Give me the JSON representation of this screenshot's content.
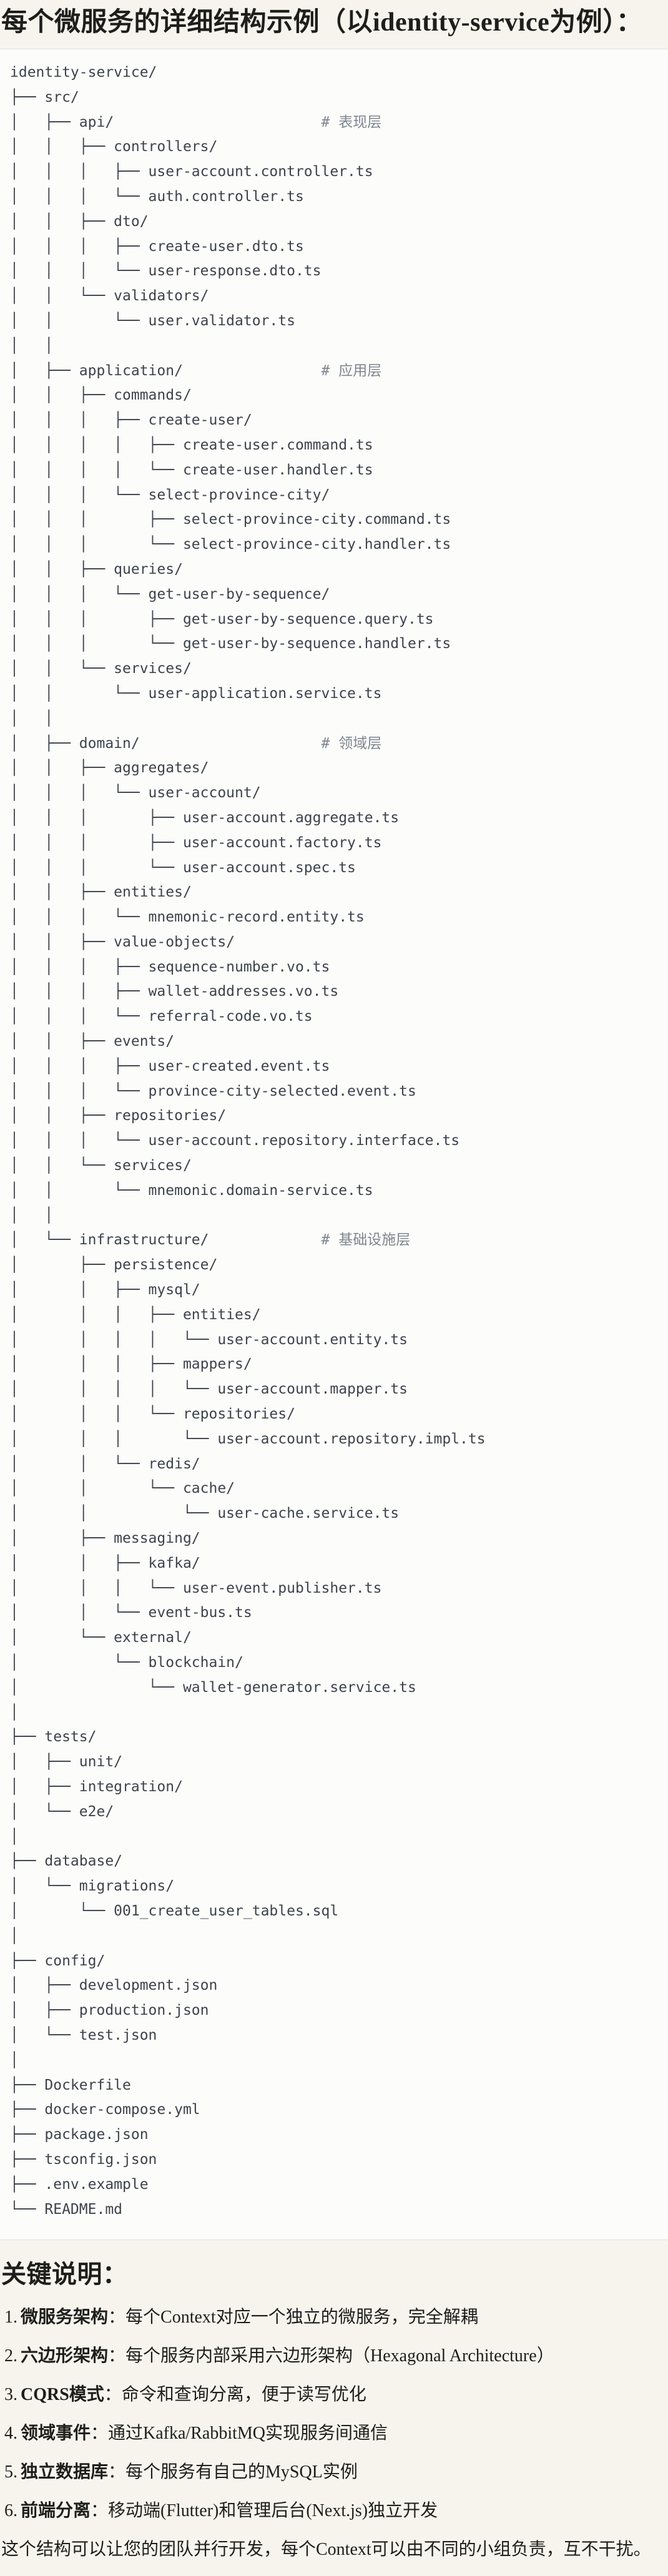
{
  "title": "每个微服务的详细结构示例（以identity-service为例）：",
  "tree": {
    "comment_col": 36,
    "lines": [
      {
        "t": "identity-service/"
      },
      {
        "t": "├── src/"
      },
      {
        "t": "│   ├── api/",
        "c": "# 表现层"
      },
      {
        "t": "│   │   ├── controllers/"
      },
      {
        "t": "│   │   │   ├── user-account.controller.ts"
      },
      {
        "t": "│   │   │   └── auth.controller.ts"
      },
      {
        "t": "│   │   ├── dto/"
      },
      {
        "t": "│   │   │   ├── create-user.dto.ts"
      },
      {
        "t": "│   │   │   └── user-response.dto.ts"
      },
      {
        "t": "│   │   └── validators/"
      },
      {
        "t": "│   │       └── user.validator.ts"
      },
      {
        "t": "│   │"
      },
      {
        "t": "│   ├── application/",
        "c": "# 应用层"
      },
      {
        "t": "│   │   ├── commands/"
      },
      {
        "t": "│   │   │   ├── create-user/"
      },
      {
        "t": "│   │   │   │   ├── create-user.command.ts"
      },
      {
        "t": "│   │   │   │   └── create-user.handler.ts"
      },
      {
        "t": "│   │   │   └── select-province-city/"
      },
      {
        "t": "│   │   │       ├── select-province-city.command.ts"
      },
      {
        "t": "│   │   │       └── select-province-city.handler.ts"
      },
      {
        "t": "│   │   ├── queries/"
      },
      {
        "t": "│   │   │   └── get-user-by-sequence/"
      },
      {
        "t": "│   │   │       ├── get-user-by-sequence.query.ts"
      },
      {
        "t": "│   │   │       └── get-user-by-sequence.handler.ts"
      },
      {
        "t": "│   │   └── services/"
      },
      {
        "t": "│   │       └── user-application.service.ts"
      },
      {
        "t": "│   │"
      },
      {
        "t": "│   ├── domain/",
        "c": "# 领域层"
      },
      {
        "t": "│   │   ├── aggregates/"
      },
      {
        "t": "│   │   │   └── user-account/"
      },
      {
        "t": "│   │   │       ├── user-account.aggregate.ts"
      },
      {
        "t": "│   │   │       ├── user-account.factory.ts"
      },
      {
        "t": "│   │   │       └── user-account.spec.ts"
      },
      {
        "t": "│   │   ├── entities/"
      },
      {
        "t": "│   │   │   └── mnemonic-record.entity.ts"
      },
      {
        "t": "│   │   ├── value-objects/"
      },
      {
        "t": "│   │   │   ├── sequence-number.vo.ts"
      },
      {
        "t": "│   │   │   ├── wallet-addresses.vo.ts"
      },
      {
        "t": "│   │   │   └── referral-code.vo.ts"
      },
      {
        "t": "│   │   ├── events/"
      },
      {
        "t": "│   │   │   ├── user-created.event.ts"
      },
      {
        "t": "│   │   │   └── province-city-selected.event.ts"
      },
      {
        "t": "│   │   ├── repositories/"
      },
      {
        "t": "│   │   │   └── user-account.repository.interface.ts"
      },
      {
        "t": "│   │   └── services/"
      },
      {
        "t": "│   │       └── mnemonic.domain-service.ts"
      },
      {
        "t": "│   │"
      },
      {
        "t": "│   └── infrastructure/",
        "c": "# 基础设施层"
      },
      {
        "t": "│       ├── persistence/"
      },
      {
        "t": "│       │   ├── mysql/"
      },
      {
        "t": "│       │   │   ├── entities/"
      },
      {
        "t": "│       │   │   │   └── user-account.entity.ts"
      },
      {
        "t": "│       │   │   ├── mappers/"
      },
      {
        "t": "│       │   │   │   └── user-account.mapper.ts"
      },
      {
        "t": "│       │   │   └── repositories/"
      },
      {
        "t": "│       │   │       └── user-account.repository.impl.ts"
      },
      {
        "t": "│       │   └── redis/"
      },
      {
        "t": "│       │       └── cache/"
      },
      {
        "t": "│       │           └── user-cache.service.ts"
      },
      {
        "t": "│       ├── messaging/"
      },
      {
        "t": "│       │   ├── kafka/"
      },
      {
        "t": "│       │   │   └── user-event.publisher.ts"
      },
      {
        "t": "│       │   └── event-bus.ts"
      },
      {
        "t": "│       └── external/"
      },
      {
        "t": "│           └── blockchain/"
      },
      {
        "t": "│               └── wallet-generator.service.ts"
      },
      {
        "t": "│"
      },
      {
        "t": "├── tests/"
      },
      {
        "t": "│   ├── unit/"
      },
      {
        "t": "│   ├── integration/"
      },
      {
        "t": "│   └── e2e/"
      },
      {
        "t": "│"
      },
      {
        "t": "├── database/"
      },
      {
        "t": "│   └── migrations/"
      },
      {
        "t": "│       └── 001_create_user_tables.sql"
      },
      {
        "t": "│"
      },
      {
        "t": "├── config/"
      },
      {
        "t": "│   ├── development.json"
      },
      {
        "t": "│   ├── production.json"
      },
      {
        "t": "│   └── test.json"
      },
      {
        "t": "│"
      },
      {
        "t": "├── Dockerfile"
      },
      {
        "t": "├── docker-compose.yml"
      },
      {
        "t": "├── package.json"
      },
      {
        "t": "├── tsconfig.json"
      },
      {
        "t": "├── .env.example"
      },
      {
        "t": "└── README.md"
      }
    ]
  },
  "notes": {
    "heading": "关键说明：",
    "items": [
      {
        "num": "1.",
        "term": "微服务架构",
        "sep": "：",
        "desc": "每个Context对应一个独立的微服务，完全解耦"
      },
      {
        "num": "2.",
        "term": "六边形架构",
        "sep": "：",
        "desc": "每个服务内部采用六边形架构（Hexagonal Architecture）"
      },
      {
        "num": "3.",
        "term": "CQRS模式",
        "sep": "：",
        "desc": "命令和查询分离，便于读写优化"
      },
      {
        "num": "4.",
        "term": "领域事件",
        "sep": "：",
        "desc": "通过Kafka/RabbitMQ实现服务间通信"
      },
      {
        "num": "5.",
        "term": "独立数据库",
        "sep": "：",
        "desc": "每个服务有自己的MySQL实例"
      },
      {
        "num": "6.",
        "term": "前端分离",
        "sep": "：",
        "desc": "移动端(Flutter)和管理后台(Next.js)独立开发"
      }
    ]
  },
  "footer": "这个结构可以让您的团队并行开发，每个Context可以由不同的小组负责，互不干扰。",
  "colors": {
    "page_bg": "#F6F4ED",
    "code_bg": "#FCFCFA",
    "code_border": "#E1E0DB",
    "tree_text": "#3D434D",
    "tree_comment": "#7E868F",
    "body_text": "#1E1E1C"
  }
}
